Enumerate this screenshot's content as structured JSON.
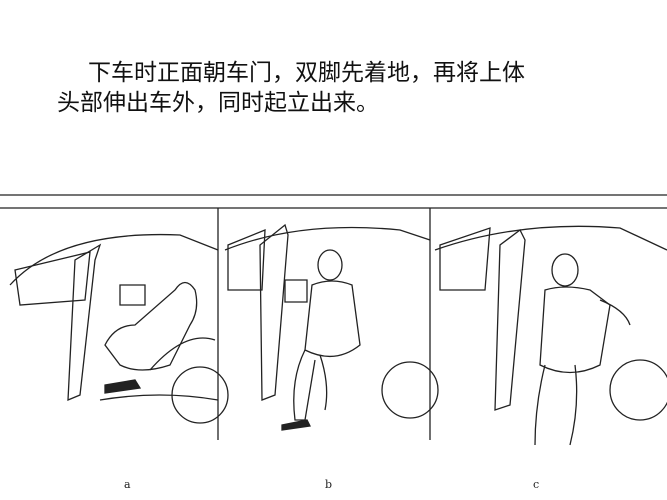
{
  "caption": {
    "line1": "下车时正面朝车门，双脚先着地，再将上体",
    "line2": "头部伸出车外，同时起立出来。"
  },
  "illustration": {
    "panels": [
      {
        "label": "a"
      },
      {
        "label": "b"
      },
      {
        "label": "c"
      }
    ]
  }
}
